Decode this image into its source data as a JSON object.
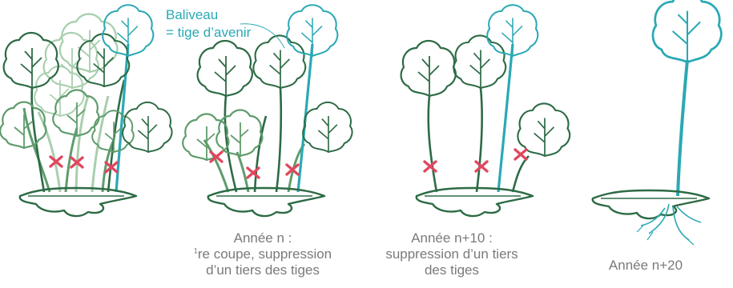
{
  "callout": {
    "line1": "Baliveau",
    "line2": "= tige d’avenir"
  },
  "stages": [
    {
      "id": "initial",
      "label_lines": [],
      "cuts": 3
    },
    {
      "id": "annee-n",
      "label_lines": [
        "Année n :",
        "re coupe, suppression",
        "d’un tiers des tiges"
      ],
      "sup_prefix": "1",
      "cuts": 3
    },
    {
      "id": "annee-n10",
      "label_lines": [
        "Année n+10 :",
        "suppression d’un tiers",
        "des tiges"
      ],
      "cuts": 3
    },
    {
      "id": "annee-n20",
      "label_lines": [
        "Année n+20"
      ],
      "cuts": 0
    }
  ],
  "colors": {
    "dark_green": "#2d6b45",
    "mid_green": "#5f9c6c",
    "light_green": "#a9cfae",
    "teal": "#2aa9b4",
    "cross": "#e0475f",
    "label": "#7a7a7a"
  }
}
